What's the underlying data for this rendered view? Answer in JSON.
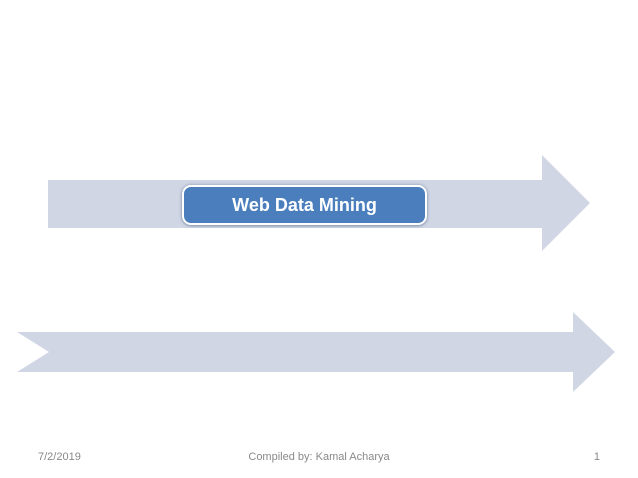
{
  "slide": {
    "title_button": {
      "label": "Web Data Mining"
    },
    "footer": {
      "date": "7/2/2019",
      "credit": "Compiled by: Kamal Acharya",
      "page_number": "1"
    },
    "colors": {
      "arrow_fill": "#d0d6e4",
      "button_fill": "#4b7ebd",
      "button_border": "#ffffff",
      "footer_text": "#898989"
    }
  }
}
